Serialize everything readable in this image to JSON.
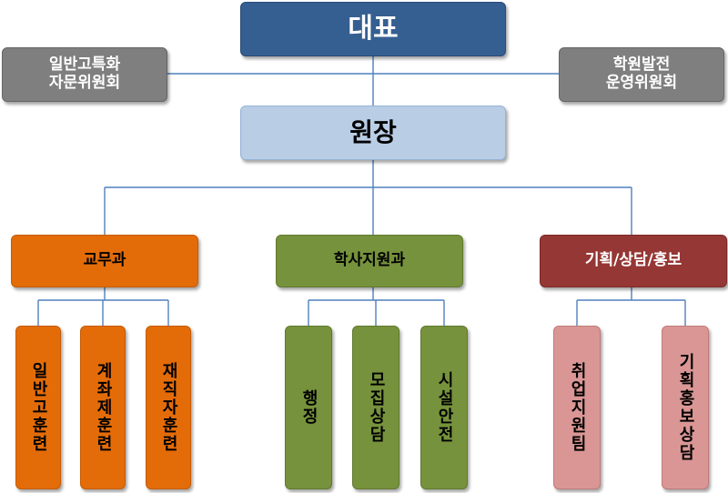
{
  "ceo": "대표",
  "advisory_left": "일반고특화\n자문위원회",
  "advisory_right": "학원발전\n운영위원회",
  "director": "원장",
  "departments": [
    {
      "name": "교무과",
      "teams": [
        "일반고훈련",
        "계좌제훈련",
        "재직자훈련"
      ]
    },
    {
      "name": "학사지원과",
      "teams": [
        "행정",
        "모집상담",
        "시설안전"
      ]
    },
    {
      "name": "기획/상담/홍보",
      "teams": [
        "취업지원팀",
        "기획홍보상담"
      ]
    }
  ],
  "colors": {
    "ceo": "#355f91",
    "advisory": "#7f7f7f",
    "director": "#b9cde5",
    "dept_education": "#e36c09",
    "dept_support": "#76923c",
    "dept_planning": "#953734",
    "team_planning": "#d99694",
    "connector": "#4f81bd"
  }
}
